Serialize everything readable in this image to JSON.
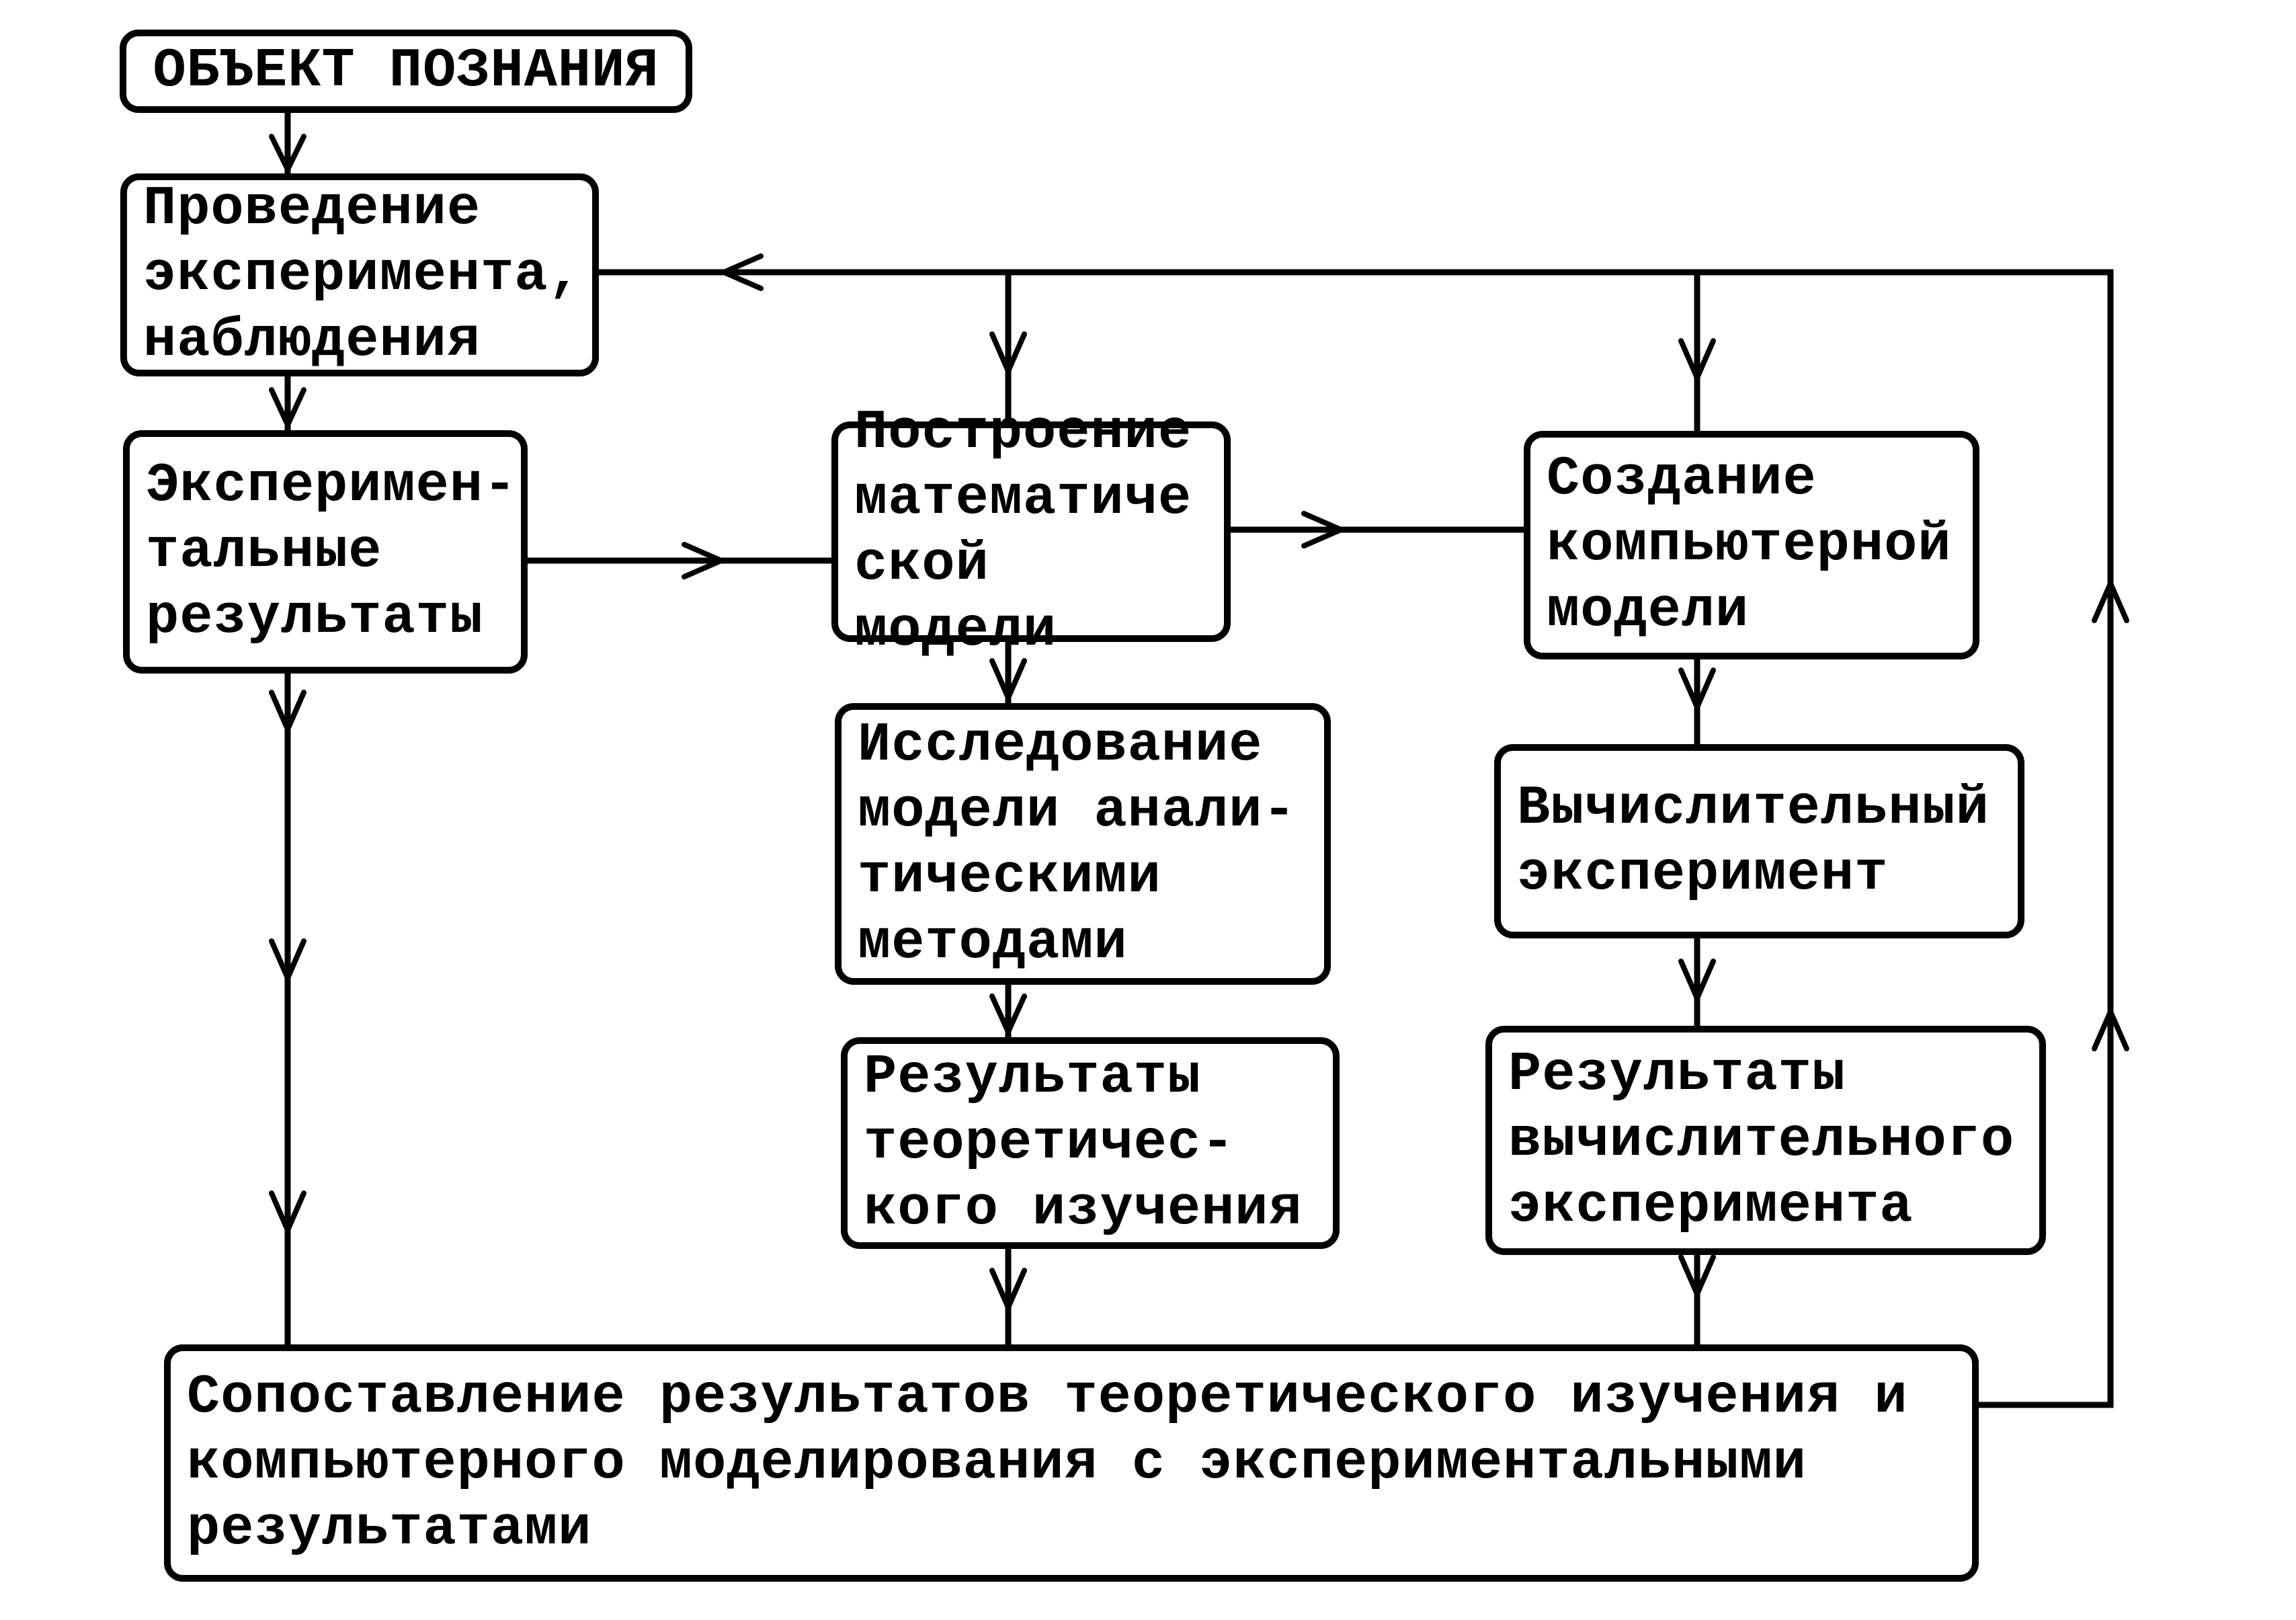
{
  "diagram": {
    "description_language": "ru",
    "nodes": {
      "object": {
        "label": "ОБЪЕКТ ПОЗНАНИЯ"
      },
      "conduct": {
        "label": "Проведение\nэксперимента,\nнаблюдения"
      },
      "exp_results": {
        "label": "Эксперимен-\nтальные\nрезультаты"
      },
      "build_model": {
        "label": "Построение\nматематиче\nской модели"
      },
      "create_model": {
        "label": "Создание\nкомпьютерной\nмодели"
      },
      "analyze_model": {
        "label": "Исследование\nмодели анали-\nтическими\nметодами"
      },
      "compute_exp": {
        "label": "Вычислительный\nэксперимент"
      },
      "theor_results": {
        "label": "Результаты\nтеоретичес-\nкого изучения"
      },
      "comp_results": {
        "label": "Результаты\nвычислительного\nэксперимента"
      },
      "compare": {
        "label": "Сопоставление результатов теоретического изучения и\nкомпьютерного моделирования с экспериментальными\nрезультатами"
      }
    },
    "colors": {
      "line": "#000000",
      "background": "#ffffff"
    }
  }
}
